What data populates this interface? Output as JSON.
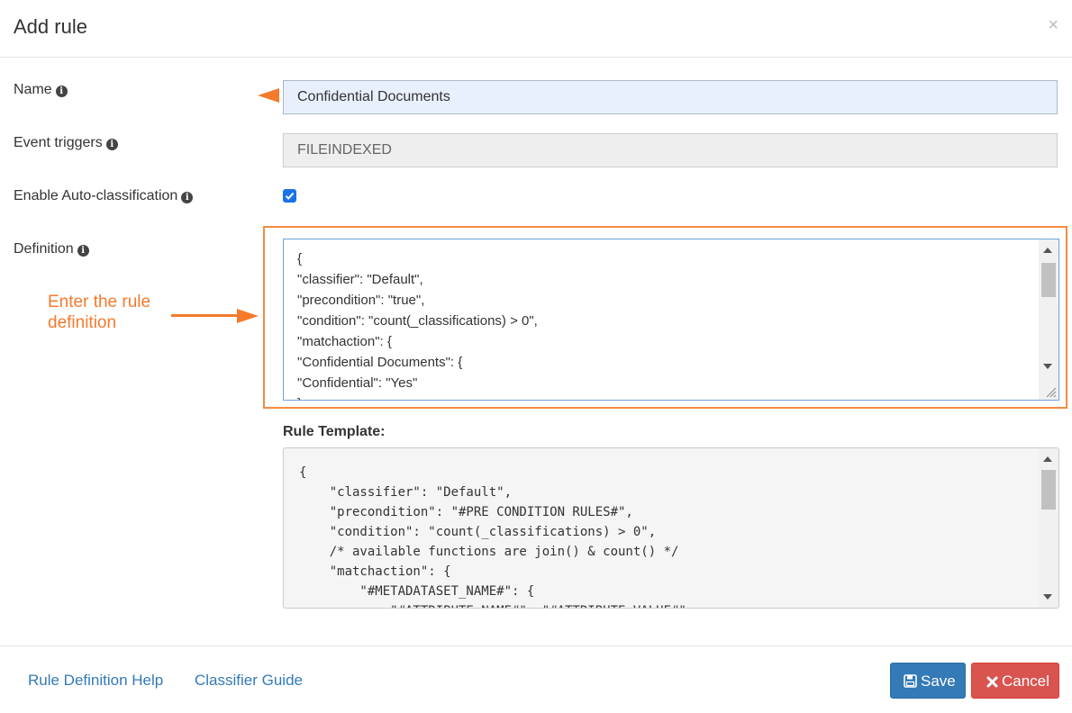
{
  "dialog": {
    "title": "Add rule",
    "close_glyph": "×"
  },
  "form": {
    "name_label": "Name",
    "name_value": "Confidential Documents",
    "event_label": "Event triggers",
    "event_value": "FILEINDEXED",
    "auto_label": "Enable Auto-classification",
    "auto_checked": true,
    "definition_label": "Definition",
    "definition_text": "{\n\"classifier\": \"Default\",\n\"precondition\": \"true\",\n\"condition\": \"count(_classifications) > 0\",\n\"matchaction\": {\n\"Confidential Documents\": {\n\"Confidential\": \"Yes\"\n}",
    "template_label": "Rule Template:",
    "template_text": "{\n    \"classifier\": \"Default\",\n    \"precondition\": \"#PRE CONDITION RULES#\",\n    \"condition\": \"count(_classifications) > 0\",\n    /* available functions are join() & count() */\n    \"matchaction\": {\n        \"#METADATASET_NAME#\": {\n            \"#ATTRIBUTE_NAME#\": \"#ATTRIBUTE_VALUE#\""
  },
  "annotation": {
    "line1": "Enter the rule",
    "line2": "definition",
    "color": "#f47a2c"
  },
  "footer": {
    "help_link": "Rule Definition Help",
    "guide_link": "Classifier Guide",
    "save_label": "Save",
    "cancel_label": "Cancel"
  },
  "icons": {
    "info": "info-circle-icon",
    "save": "floppy-disk-icon",
    "cancel": "times-icon",
    "close": "close-icon"
  },
  "colors": {
    "primary": "#337ab7",
    "danger": "#d9534f",
    "highlight": "#f48c42"
  }
}
